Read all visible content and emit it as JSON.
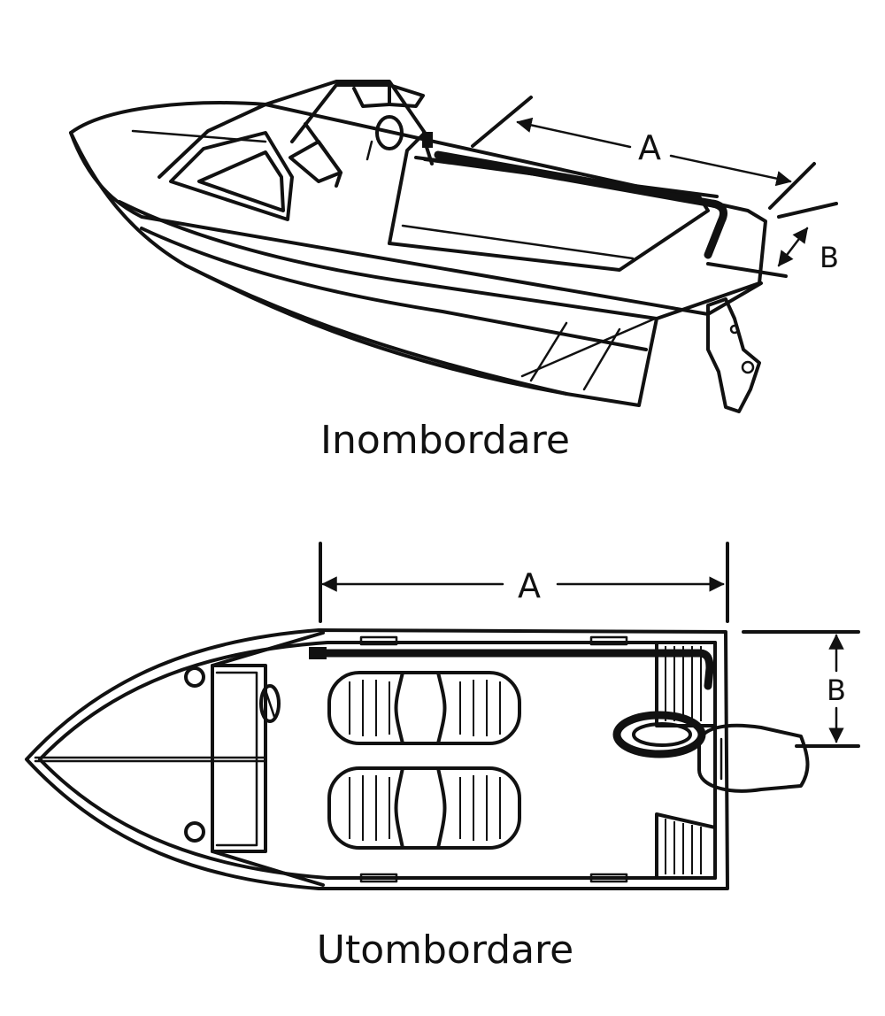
{
  "diagrams": [
    {
      "caption": "Inombordare",
      "dimension_labels": {
        "length": "A",
        "width": "B"
      }
    },
    {
      "caption": "Utombordare",
      "dimension_labels": {
        "length": "A",
        "width": "B"
      }
    }
  ],
  "colors": {
    "ink": "#111111",
    "background": "#ffffff"
  }
}
